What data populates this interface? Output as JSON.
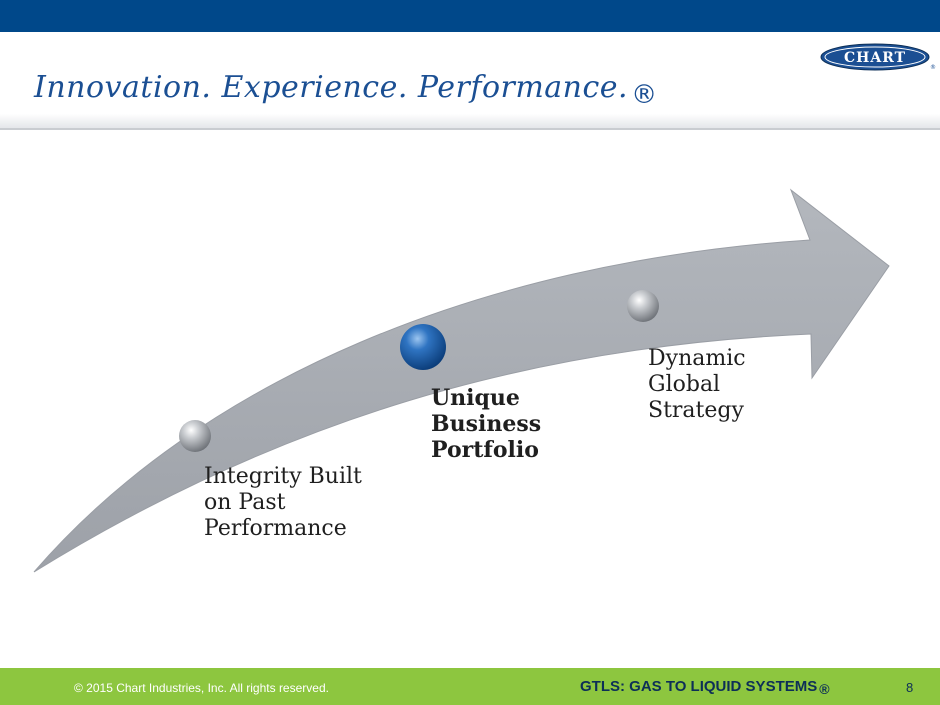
{
  "header": {
    "tagline": "Innovation. Experience. Performance.",
    "tagline_mark": "®",
    "logo_text": "CHART",
    "logo_mark": "®"
  },
  "steps": [
    {
      "label": "Integrity Built\non Past\nPerformance",
      "marker_color": "#9ea2a8"
    },
    {
      "label": "Unique\nBusiness\nPortfolio",
      "marker_color": "#1d5fa8"
    },
    {
      "label": "Dynamic\nGlobal\nStrategy",
      "marker_color": "#9ea2a8"
    }
  ],
  "footer": {
    "copyright": "© 2015 Chart Industries, Inc. All rights reserved.",
    "ticker": "GTLS: GAS TO LIQUID SYSTEMS",
    "ticker_mark": "®",
    "page_number": "8"
  },
  "colors": {
    "brand_blue": "#00488a",
    "accent_green": "#8dc63f",
    "arrow_gray": "#a7abb1"
  }
}
